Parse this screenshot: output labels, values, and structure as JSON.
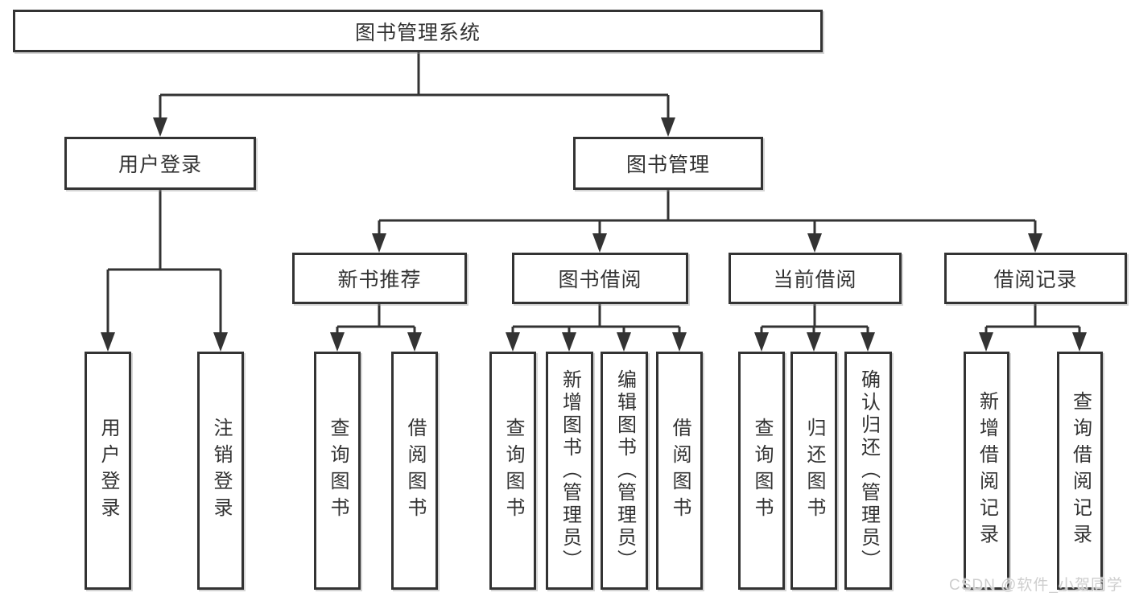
{
  "diagram": {
    "root": {
      "label": "图书管理系统"
    },
    "branches": [
      {
        "label": "用户登录",
        "children": [
          {
            "label": "用户登录"
          },
          {
            "label": "注销登录"
          }
        ]
      },
      {
        "label": "图书管理",
        "sections": [
          {
            "label": "新书推荐",
            "children": [
              {
                "label": "查询图书"
              },
              {
                "label": "借阅图书"
              }
            ]
          },
          {
            "label": "图书借阅",
            "children": [
              {
                "label": "查询图书"
              },
              {
                "label": "新增图书（管理员）"
              },
              {
                "label": "编辑图书（管理员）"
              },
              {
                "label": "借阅图书"
              }
            ]
          },
          {
            "label": "当前借阅",
            "children": [
              {
                "label": "查询图书"
              },
              {
                "label": "归还图书"
              },
              {
                "label": "确认归还（管理员）"
              }
            ]
          },
          {
            "label": "借阅记录",
            "children": [
              {
                "label": "新增借阅记录"
              },
              {
                "label": "查询借阅记录"
              }
            ]
          }
        ]
      }
    ]
  },
  "watermark": {
    "text": "CSDN @软件_小贺同学"
  },
  "colors": {
    "line": "#333333",
    "text": "#333333",
    "background": "#ffffff",
    "watermark": "#cbcbcb"
  }
}
